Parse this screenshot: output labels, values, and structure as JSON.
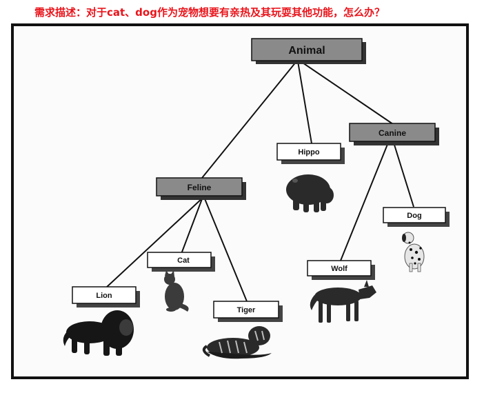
{
  "heading": "需求描述：对于cat、dog作为宠物想要有亲热及其玩耍其他功能，怎么办？",
  "colors": {
    "heading": "#e8141b",
    "class_node_fill": "#8a8a8a",
    "leaf_node_fill": "#ffffff",
    "line": "#111111",
    "frame": "#111111"
  },
  "nodes": {
    "animal": "Animal",
    "feline": "Feline",
    "canine": "Canine",
    "hippo": "Hippo",
    "lion": "Lion",
    "cat": "Cat",
    "tiger": "Tiger",
    "wolf": "Wolf",
    "dog": "Dog"
  },
  "images": [
    "lion-silhouette",
    "cat-silhouette",
    "tiger-silhouette",
    "hippo-silhouette",
    "wolf-silhouette",
    "dalmatian-silhouette"
  ]
}
